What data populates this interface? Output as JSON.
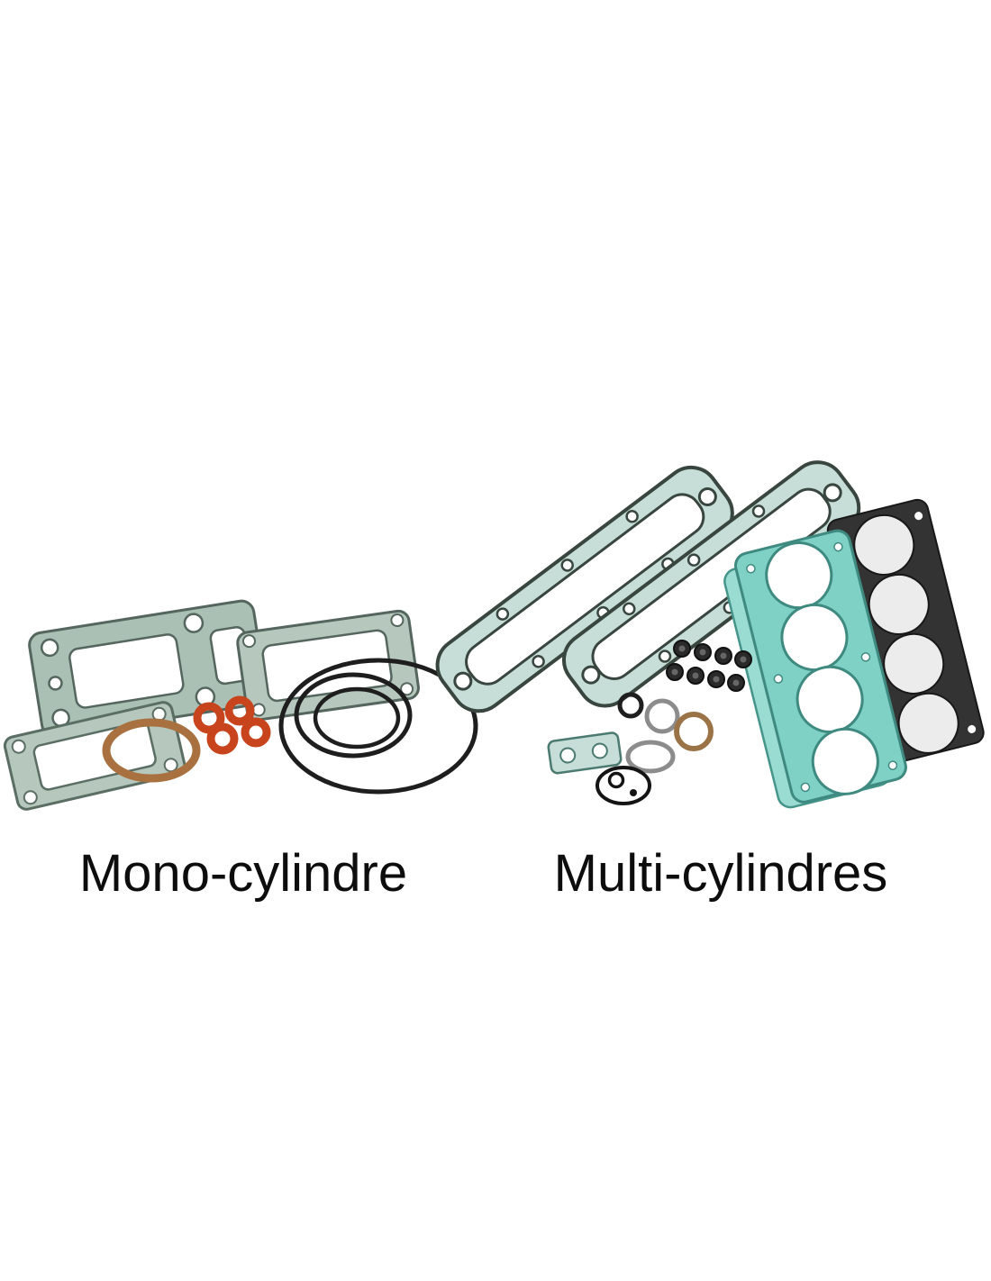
{
  "image": {
    "labels": {
      "left": "Mono-cylindre",
      "right": "Multi-cylindres"
    },
    "colors": {
      "background": "#ffffff",
      "text": "#0d0d0d",
      "gasket_green": "#abc0b5",
      "gasket_green_light": "#b6c8bd",
      "gasket_teal": "#7fd0c5",
      "gasket_teal_back": "#9adbd2",
      "gasket_teal_pale": "#c6ded7",
      "copper": "#a8713f",
      "orange_seal": "#c8441c",
      "rubber_black": "#1e1e1e",
      "metal_dark": "#333333",
      "metal_gray": "#8c8c8c",
      "bronze_ring": "#9a7346"
    },
    "groups": {
      "mono": {
        "label": "Mono-cylindre",
        "parts": [
          "cylinder-base-gasket",
          "rocker-cover-gasket",
          "base-gasket-small",
          "copper-gasket-ring",
          "orange-o-rings",
          "black-o-rings"
        ]
      },
      "multi": {
        "label": "Multi-cylindres",
        "parts": [
          "valve-cover-gasket-left",
          "valve-cover-gasket-right",
          "four-cylinder-head-gasket",
          "metal-head-gasket",
          "valve-stem-seals",
          "metal-rings",
          "small-gasket-plate",
          "o-ring-with-seals"
        ]
      }
    }
  }
}
